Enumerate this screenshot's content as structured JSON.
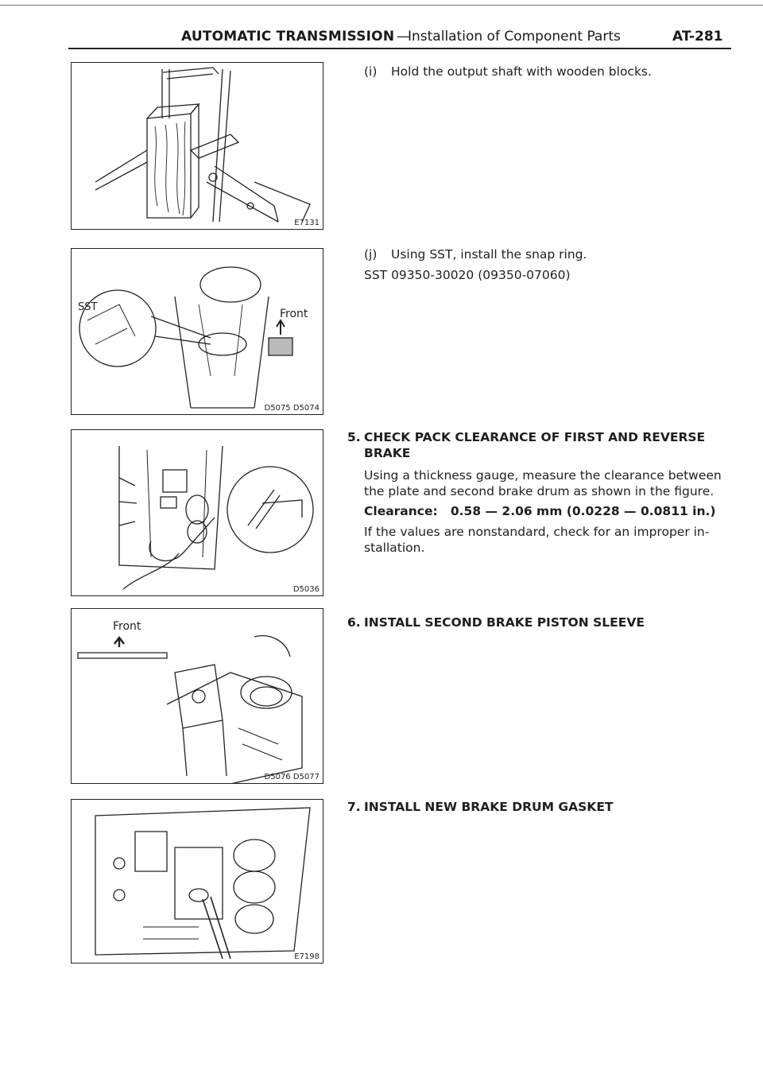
{
  "header": {
    "title": "AUTOMATIC TRANSMISSION",
    "separator": "—",
    "subtitle": "Installation of Component Parts",
    "page_number": "AT-281"
  },
  "figures": [
    {
      "code": "E7131"
    },
    {
      "code": "D5075 D5074",
      "sst_label": "SST",
      "front_label": "Front"
    },
    {
      "code": "D5036"
    },
    {
      "code": "D5076 D5077",
      "front_label": "Front"
    },
    {
      "code": "E7198"
    }
  ],
  "steps": {
    "i": {
      "label": "(i)",
      "text": "Hold the output shaft with wooden blocks."
    },
    "j": {
      "label": "(j)",
      "text": "Using SST, install the snap ring.",
      "sst": "SST 09350-30020 (09350-07060)"
    },
    "s5": {
      "number": "5.",
      "title_line1": "CHECK PACK CLEARANCE OF FIRST AND REVERSE",
      "title_line2": "BRAKE",
      "body_line1": "Using a thickness gauge, measure the clearance between",
      "body_line2": "the plate and second brake drum as shown in the figure.",
      "clearance": "Clearance:   0.58 — 2.06 mm (0.0228 — 0.0811 in.)",
      "note_line1": "If the values are nonstandard, check for an improper in-",
      "note_line2": "stallation."
    },
    "s6": {
      "number": "6.",
      "title": "INSTALL SECOND BRAKE PISTON SLEEVE"
    },
    "s7": {
      "number": "7.",
      "title": "INSTALL NEW BRAKE DRUM GASKET"
    }
  }
}
